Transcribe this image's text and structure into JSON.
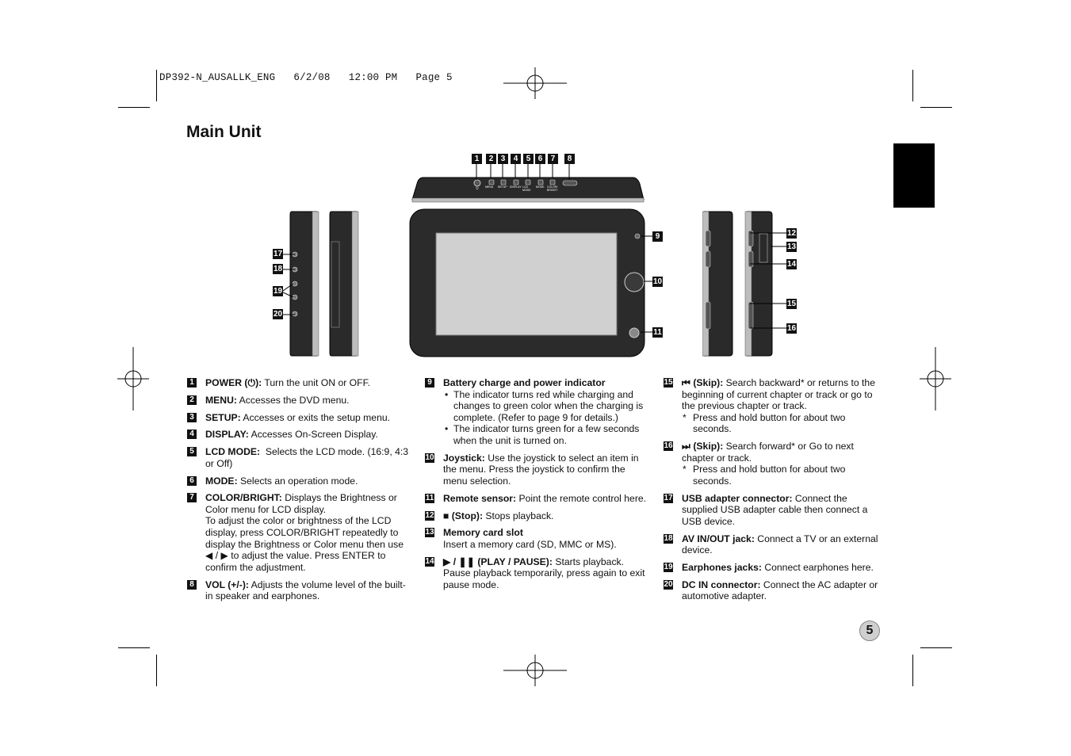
{
  "header": {
    "line": "DP392-N_AUSALLK_ENG   6/2/08   12:00 PM   Page 5"
  },
  "page": {
    "title": "Main Unit",
    "number": "5"
  },
  "figure": {
    "top_labels": [
      "1",
      "2",
      "3",
      "4",
      "5",
      "6",
      "7",
      "8"
    ],
    "front_labels": [
      "9",
      "10",
      "11"
    ],
    "right_labels": [
      "12",
      "13",
      "14",
      "15",
      "16"
    ],
    "left_labels": [
      "17",
      "18",
      "19",
      "20"
    ],
    "top_button_texts": [
      "MENU",
      "SETUP",
      "DISPLAY",
      "LCD MODE",
      "MODE",
      "COLOR/ BRIGHT"
    ]
  },
  "col1": [
    {
      "n": "1",
      "label": "POWER (⏻):",
      "text": " Turn the unit ON or OFF."
    },
    {
      "n": "2",
      "label": "MENU:",
      "text": " Accesses the DVD menu."
    },
    {
      "n": "3",
      "label": "SETUP:",
      "text": " Accesses or exits the setup menu."
    },
    {
      "n": "4",
      "label": "DISPLAY:",
      "text": " Accesses On-Screen Display."
    },
    {
      "n": "5",
      "label": "LCD MODE:",
      "text": "  Selects the LCD mode. (16:9, 4:3 or Off)"
    },
    {
      "n": "6",
      "label": "MODE:",
      "text": " Selects an operation mode."
    },
    {
      "n": "7",
      "label": "COLOR/BRIGHT:",
      "text": " Displays the Brightness or Color menu for LCD display.",
      "extra": "To adjust the color or brightness of the LCD display, press COLOR/BRIGHT repeatedly to display the Brightness or Color menu then use ◀ / ▶ to adjust the value. Press ENTER to confirm the adjustment."
    },
    {
      "n": "8",
      "label": "VOL (+/-):",
      "text": " Adjusts the volume level of the built-in speaker and earphones."
    }
  ],
  "col2": [
    {
      "n": "9",
      "label": "Battery charge and power indicator",
      "text": "",
      "bullets": [
        "The indicator turns red while charging and changes to green color when the charging is complete. (Refer to page 9 for details.)",
        "The indicator turns green for a few seconds when the unit is turned on."
      ]
    },
    {
      "n": "10",
      "label": "Joystick:",
      "text": " Use the joystick to select an item in the menu. Press the joystick to confirm the menu selection."
    },
    {
      "n": "11",
      "label": "Remote sensor:",
      "text": " Point the remote control here."
    },
    {
      "n": "12",
      "label": "■ (Stop):",
      "text": " Stops playback."
    },
    {
      "n": "13",
      "label": "Memory card slot",
      "text": "",
      "extra": "Insert a memory card (SD, MMC or MS)."
    },
    {
      "n": "14",
      "label": "▶ / ❚❚ (PLAY / PAUSE):",
      "text": " Starts playback. Pause playback temporarily, press again to exit pause mode."
    }
  ],
  "col3": [
    {
      "n": "15",
      "label": "⏮ (Skip):",
      "text": " Search backward* or returns to the beginning of current chapter or track or go to the previous chapter or track.",
      "note": "Press and hold button for about two seconds."
    },
    {
      "n": "16",
      "label": "⏭ (Skip):",
      "text": " Search forward* or Go to next chapter or track.",
      "note": "Press and hold button for about two seconds."
    },
    {
      "n": "17",
      "label": "USB adapter connector:",
      "text": " Connect the supplied USB adapter cable then connect a USB device."
    },
    {
      "n": "18",
      "label": "AV IN/OUT jack:",
      "text": " Connect a TV or an external device."
    },
    {
      "n": "19",
      "label": "Earphones jacks:",
      "text": " Connect earphones here."
    },
    {
      "n": "20",
      "label": "DC IN connector:",
      "text": " Connect the AC adapter or automotive adapter."
    }
  ]
}
